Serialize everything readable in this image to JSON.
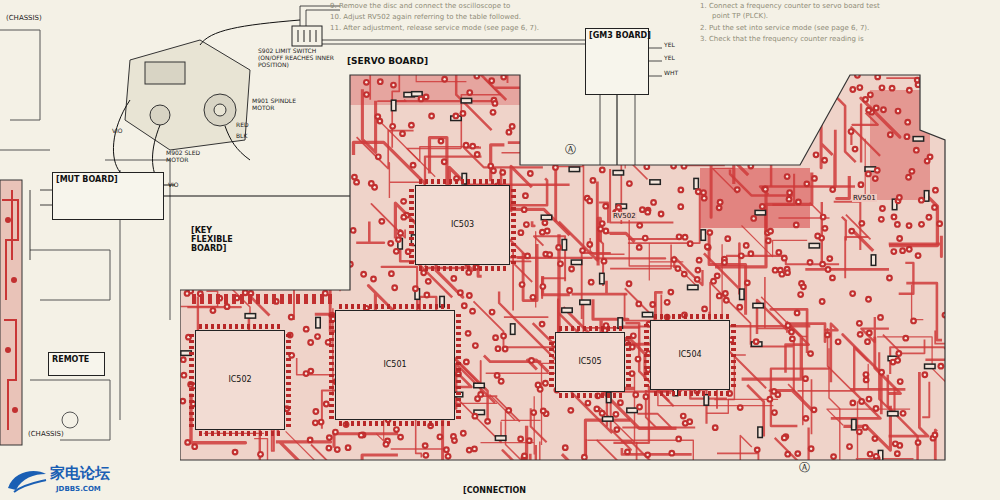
{
  "diagram": {
    "nodes": [
      {
        "text": [
          "[SERVO BOARD]"
        ]
      },
      {
        "text": [
          "IC503"
        ],
        "in": 0
      },
      {
        "text": [
          "IC501"
        ],
        "in": 0
      },
      {
        "text": [
          "IC502"
        ],
        "in": 0
      },
      {
        "text": [
          "IC505"
        ],
        "in": 0
      },
      {
        "text": [
          "IC504"
        ],
        "in": 0
      },
      {
        "text": [
          "[GM3 BOARD]"
        ]
      },
      {
        "text": [
          "[MUT BOARD]"
        ]
      },
      {
        "text": [
          "REMOTE"
        ]
      }
    ],
    "edges": [
      {
        "from": 6,
        "to": 0,
        "arrow": "none"
      },
      {
        "from": 7,
        "to": 0,
        "arrow": "none"
      }
    ],
    "labels": [
      "[KEY FLEXIBLE BOARD]",
      "S902 LIMIT SWITCH (ON/OFF REACHES INNER POSITION)",
      "M901 SPINDLE MOTOR",
      "M902 SLED MOTOR",
      "RV502",
      "RV501",
      "(CHASSIS)",
      "(CHASSIS)",
      "YEL",
      "YEL",
      "WHT",
      "RED",
      "BLK",
      "VIO",
      "VIO",
      "Ⓐ",
      "Ⓐ",
      "[CONNECTION",
      "家电论坛",
      "JDBBS.COM",
      "9. Remove the disc and connect the oscilloscope to",
      "10. Adjust RV502 again referring to the table followed.",
      "11. After adjustment, release service mode (see page 6, 7).",
      "1. Connect a frequency counter to servo board test",
      "point TP (PLCK).",
      "2. Put the set into service mode (see page 6, 7).",
      "3. Check that the frequency counter reading is"
    ]
  }
}
